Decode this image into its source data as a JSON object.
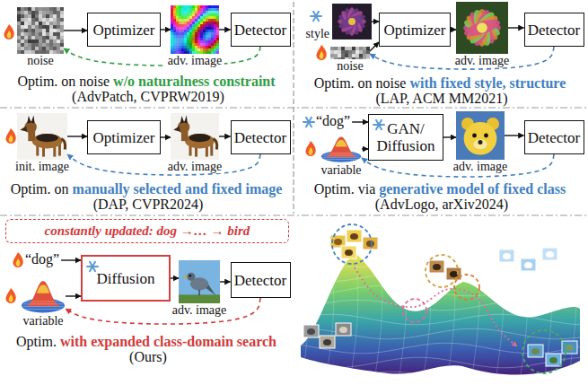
{
  "diagram": {
    "nodes": [
      {
        "text": [
          "noise"
        ]
      },
      {
        "text": [
          "Optimizer"
        ]
      },
      {
        "text": [
          "adv. image"
        ]
      },
      {
        "text": [
          "Detector"
        ]
      },
      {
        "text": [
          "style"
        ]
      },
      {
        "text": [
          "noise"
        ]
      },
      {
        "text": [
          "Optimizer"
        ]
      },
      {
        "text": [
          "adv. image"
        ]
      },
      {
        "text": [
          "Detector"
        ]
      },
      {
        "text": [
          "init. image"
        ]
      },
      {
        "text": [
          "Optimizer"
        ]
      },
      {
        "text": [
          "adv. image"
        ]
      },
      {
        "text": [
          "Detector"
        ]
      },
      {
        "text": [
          "“dog”"
        ]
      },
      {
        "text": [
          "variable"
        ]
      },
      {
        "text": [
          "GAN/ Diffusion"
        ]
      },
      {
        "text": [
          "adv. image"
        ]
      },
      {
        "text": [
          "Detector"
        ]
      },
      {
        "text": [
          "constantly updated: dog →… → bird"
        ]
      },
      {
        "text": [
          "“dog”"
        ]
      },
      {
        "text": [
          "variable"
        ]
      },
      {
        "text": [
          "Diffusion"
        ]
      },
      {
        "text": [
          "adv. image"
        ]
      },
      {
        "text": [
          "Detector"
        ]
      }
    ],
    "edges": [
      {
        "from": 0,
        "to": 1,
        "arrow": "to"
      },
      {
        "from": 1,
        "to": 2,
        "arrow": "to"
      },
      {
        "from": 2,
        "to": 3,
        "arrow": "to"
      },
      {
        "from": 3,
        "to": 0,
        "arrow": "to"
      },
      {
        "from": 4,
        "to": 6,
        "arrow": "to"
      },
      {
        "from": 5,
        "to": 6,
        "arrow": "to"
      },
      {
        "from": 6,
        "to": 7,
        "arrow": "to"
      },
      {
        "from": 7,
        "to": 8,
        "arrow": "to"
      },
      {
        "from": 8,
        "to": 5,
        "arrow": "to"
      },
      {
        "from": 9,
        "to": 10,
        "arrow": "to"
      },
      {
        "from": 10,
        "to": 11,
        "arrow": "to"
      },
      {
        "from": 11,
        "to": 12,
        "arrow": "to"
      },
      {
        "from": 12,
        "to": 9,
        "arrow": "to"
      },
      {
        "from": 13,
        "to": 15,
        "arrow": "to"
      },
      {
        "from": 14,
        "to": 15,
        "arrow": "to"
      },
      {
        "from": 15,
        "to": 16,
        "arrow": "to"
      },
      {
        "from": 16,
        "to": 17,
        "arrow": "to"
      },
      {
        "from": 17,
        "to": 14,
        "arrow": "to"
      },
      {
        "from": 19,
        "to": 21,
        "arrow": "to"
      },
      {
        "from": 20,
        "to": 21,
        "arrow": "to"
      },
      {
        "from": 21,
        "to": 22,
        "arrow": "to"
      },
      {
        "from": 22,
        "to": 23,
        "arrow": "to"
      },
      {
        "from": 23,
        "to": 20,
        "arrow": "to"
      }
    ],
    "labels": [
      "Optim. on noise",
      "w/o naturalness constraint",
      "(AdvPatch, CVPRW2019)",
      "Optim. on noise",
      "with fixed style, structure",
      "(LAP, ACM MM2021)",
      "Optim. on",
      "manually selected and fixed image",
      "(DAP, CVPR2024)",
      "Optim. via",
      "generative model of fixed class",
      "(AdvLogo, arXiv2024)",
      "Optim.",
      "with expanded class-domain search",
      "(Ours)"
    ]
  }
}
